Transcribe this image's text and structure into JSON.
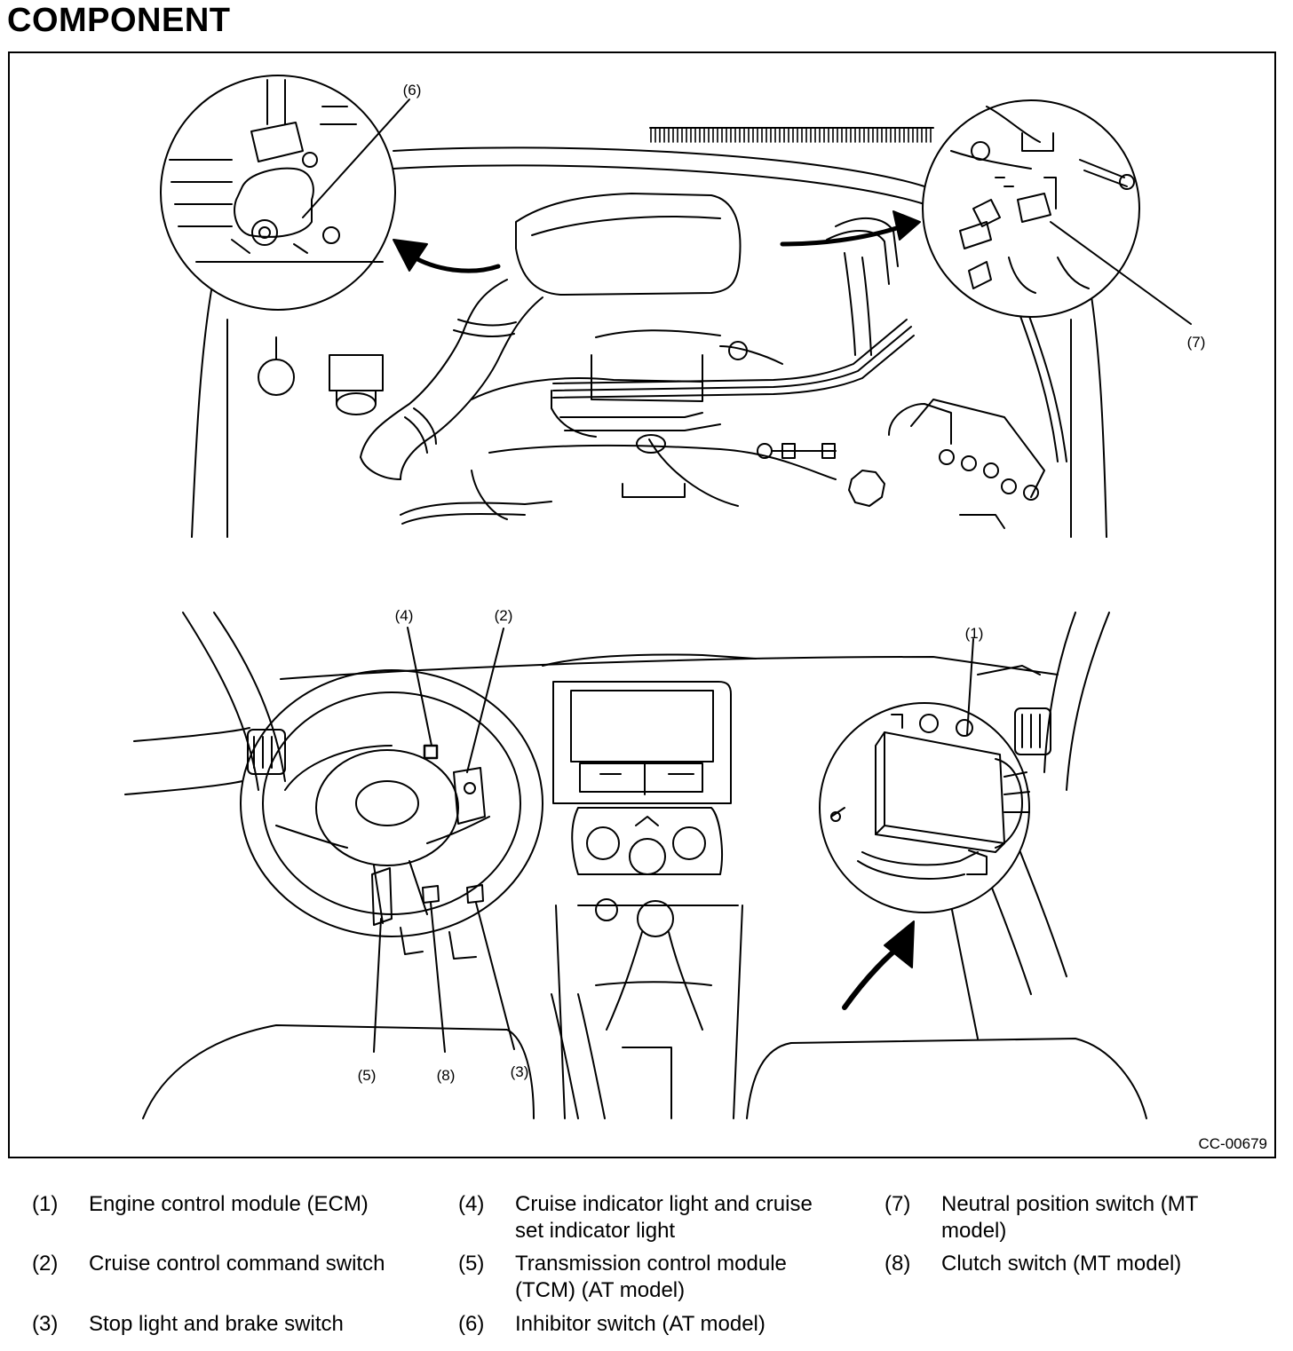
{
  "page": {
    "title": "COMPONENT"
  },
  "figure": {
    "id": "CC-00679",
    "callouts": [
      "(1)",
      "(2)",
      "(3)",
      "(4)",
      "(5)",
      "(6)",
      "(7)",
      "(8)"
    ]
  },
  "legend": [
    {
      "num": "(1)",
      "text": "Engine control module (ECM)"
    },
    {
      "num": "(2)",
      "text": "Cruise control command switch"
    },
    {
      "num": "(3)",
      "text": "Stop light and brake switch"
    },
    {
      "num": "(4)",
      "text": "Cruise indicator light and cruise set indicator light"
    },
    {
      "num": "(5)",
      "text": "Transmission control module (TCM) (AT model)"
    },
    {
      "num": "(6)",
      "text": "Inhibitor switch (AT model)"
    },
    {
      "num": "(7)",
      "text": "Neutral position switch (MT model)"
    },
    {
      "num": "(8)",
      "text": "Clutch switch (MT model)"
    }
  ]
}
